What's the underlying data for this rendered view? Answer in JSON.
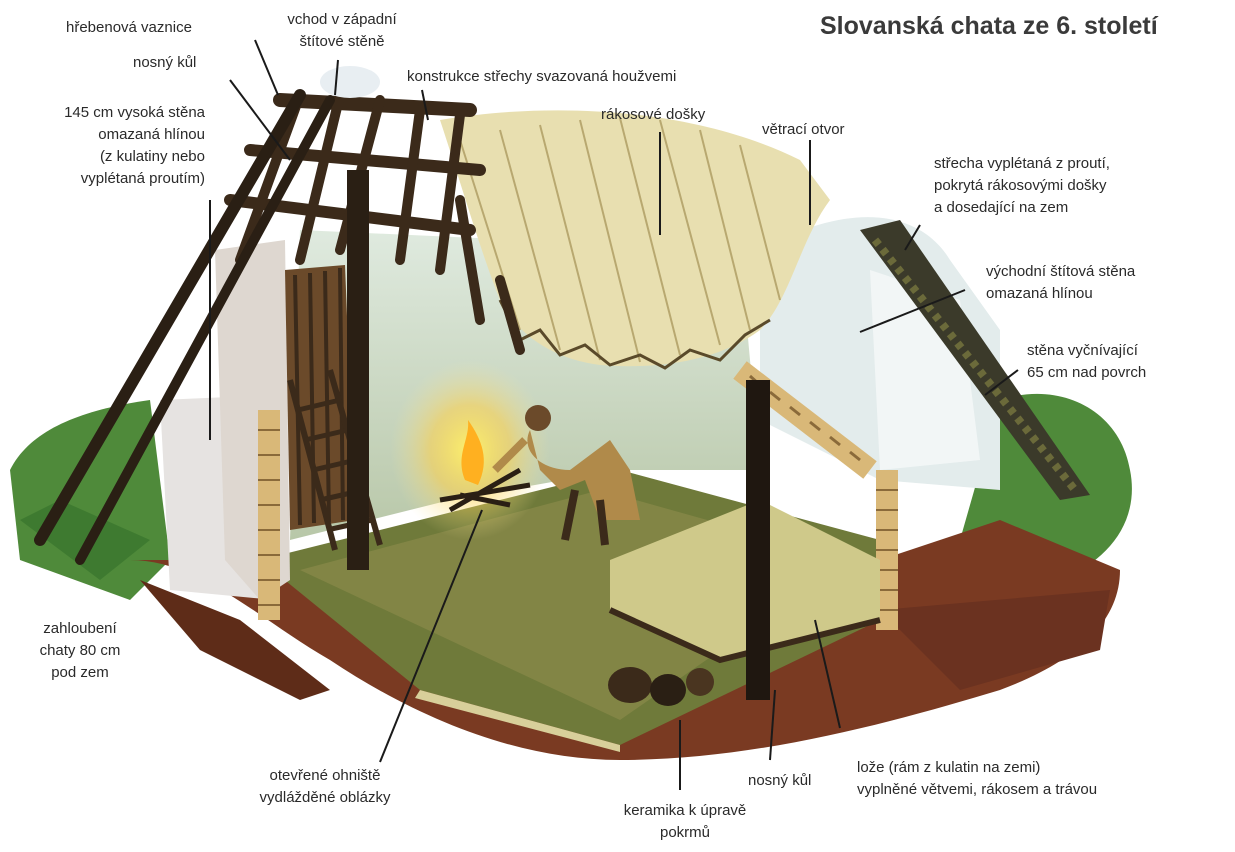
{
  "title": "Slovanská chata ze 6. století",
  "labels": {
    "ridge_purlin": [
      "hřebenová vaznice"
    ],
    "entrance": [
      "vchod v západní",
      "štítové stěně"
    ],
    "support_post_top": [
      "nosný kůl"
    ],
    "roof_frame": [
      "konstrukce střechy svazovaná houžvemi"
    ],
    "reed_shingles": [
      "rákosové došky"
    ],
    "vent": [
      "větrací otvor"
    ],
    "wall": [
      "145 cm vysoká stěna",
      "omazaná hlínou",
      "(z kulatiny nebo",
      "vyplétaná proutím)"
    ],
    "roof": [
      "střecha vyplétaná z proutí,",
      "pokrytá rákosovými došky",
      "a dosedající na zem"
    ],
    "east_gable": [
      "východní štítová stěna",
      "omazaná hlínou"
    ],
    "wall_above": [
      "stěna vyčnívající",
      "65 cm nad povrch"
    ],
    "sunk": [
      "zahloubení",
      "chaty 80 cm",
      "pod zem"
    ],
    "hearth": [
      "otevřené ohniště",
      "vydlážděné oblázky"
    ],
    "ceramics": [
      "keramika k úpravě",
      "pokrmů"
    ],
    "support_post_bottom": [
      "nosný kůl"
    ],
    "bed": [
      "lože (rám z kulatin na zemi)",
      "vyplněné větvemi, rákosem a trávou"
    ]
  },
  "colors": {
    "ground_brown": "#7a3a22",
    "grass_green": "#4f8a3a",
    "thatch": "#e8dfb0",
    "wall_light": "#e3ecec",
    "wood_dark": "#3b2a1a",
    "log_tan": "#d9b878"
  }
}
